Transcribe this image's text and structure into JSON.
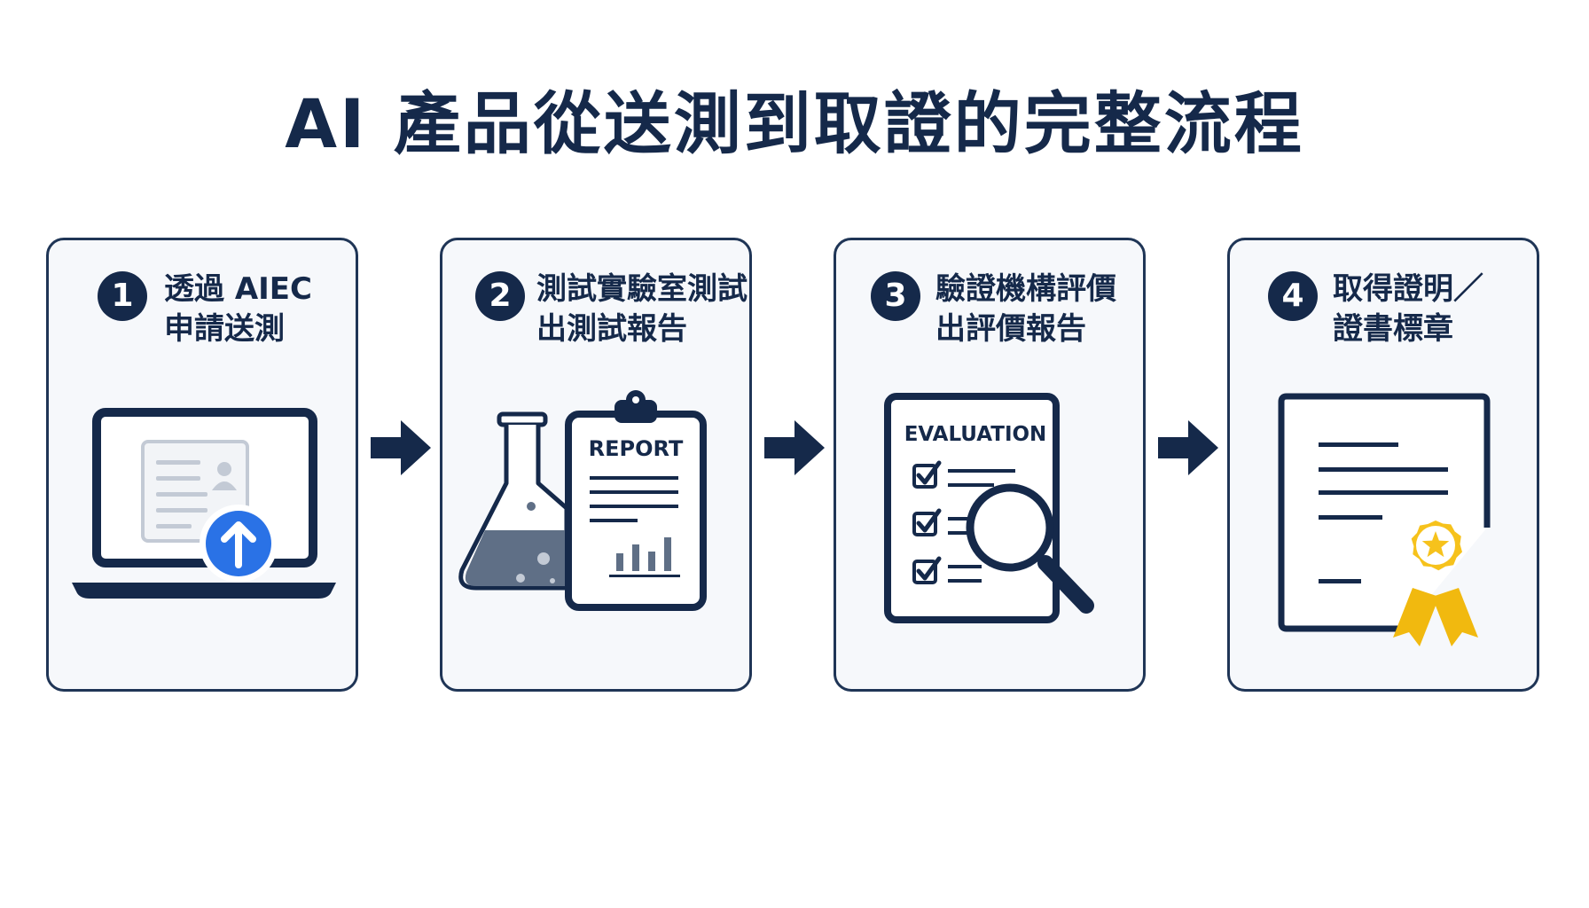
{
  "title": "AI 產品從送測到取證的完整流程",
  "steps": [
    {
      "number": "1",
      "lines": [
        "透過 AIEC",
        "申請送測"
      ],
      "icon": "laptop-upload-icon"
    },
    {
      "number": "2",
      "lines": [
        "測試實驗室測試",
        "出測試報告"
      ],
      "icon": "lab-flask-report-icon",
      "art_label": "REPORT"
    },
    {
      "number": "3",
      "lines": [
        "驗證機構評價",
        "出評價報告"
      ],
      "icon": "evaluation-checklist-icon",
      "art_label": "EVALUATION"
    },
    {
      "number": "4",
      "lines": [
        "取得證明／",
        "證書標章"
      ],
      "icon": "certificate-badge-icon"
    }
  ],
  "colors": {
    "navy": "#15294a",
    "card_background": "#f6f8fb",
    "card_border": "#1f3556",
    "upload_blue": "#2a72e6",
    "flask_liquid": "#5f6f86",
    "badge_gold": "#f6c21c",
    "ribbon_gold": "#f1b90f"
  }
}
